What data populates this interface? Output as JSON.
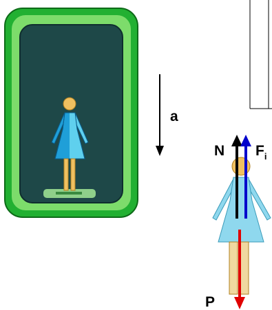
{
  "labels": {
    "acceleration": "a",
    "normal_force": "N",
    "inertial_force_base": "F",
    "inertial_force_subscript": "i",
    "weight": "P"
  },
  "colors": {
    "elevator_outer": "#22b032",
    "elevator_mid": "#7ddc6b",
    "elevator_inner": "#1e4848",
    "scale_plate": "#8fd08a",
    "figure_dress": "#1f9fd8",
    "figure_dress_right": "#5fd0ee",
    "figure_skin": "#f0c060",
    "arrow_normal": "#000000",
    "arrow_inertial": "#0000cc",
    "arrow_weight": "#e00000"
  },
  "icons": {
    "elevator": "elevator-cabin-icon",
    "person_in_elevator": "woman-figure-icon",
    "person_free_body": "woman-figure-icon"
  }
}
